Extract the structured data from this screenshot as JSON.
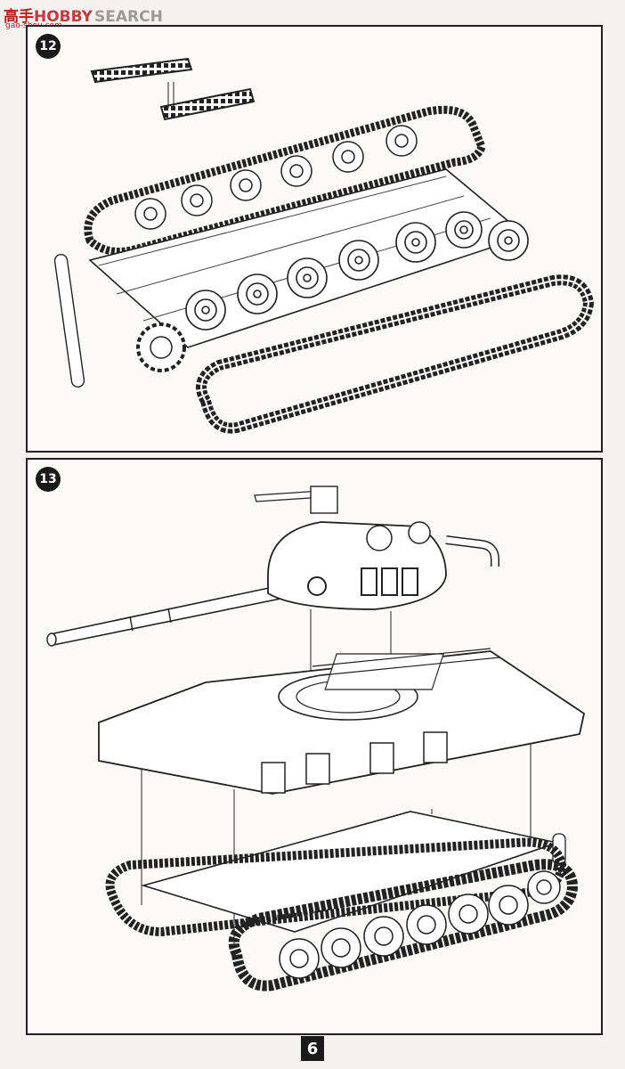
{
  "logo": {
    "main": "高手",
    "hobby": "HOBBY",
    "search": "SEARCH",
    "sub": "gao-shou.com"
  },
  "steps": [
    {
      "number": "12"
    },
    {
      "number": "13"
    }
  ],
  "page_number": "6"
}
